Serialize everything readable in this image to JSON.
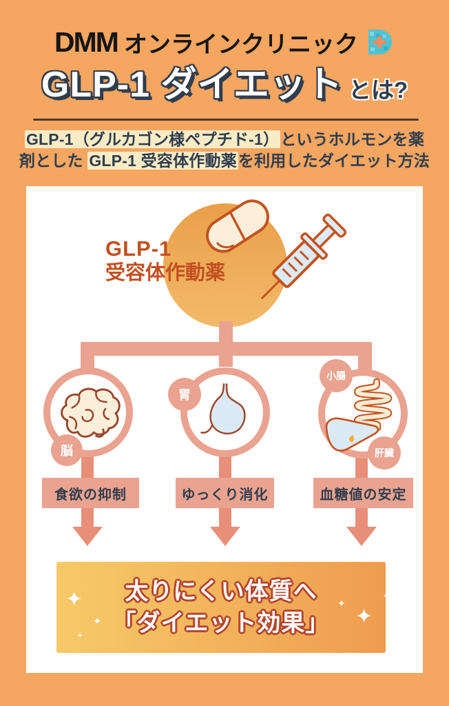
{
  "colors": {
    "background": "#F5A661",
    "card": "#FFFFFF",
    "salmon": "#E9A390",
    "arrow": "#E78F79",
    "navy": "#303D4D",
    "rust": "#C25020",
    "outline": "#9A452B",
    "rust_icon": "#C2531F",
    "highlight": "#F8ECC6",
    "divider": "#4E3A2B",
    "teal": "#4EC3D4",
    "circle_grad_top": "#EA9F4A",
    "circle_grad_bottom": "#F2BA6A",
    "result_grad_left": "#F6CA68",
    "result_grad_right": "#EF9C4F",
    "cream_fill": "#FBEFD9",
    "blue_fill": "#DCEAF6",
    "result_text_outline": "#B3472E"
  },
  "logo": {
    "dmm": "DMM",
    "clinic": "オンラインクリニック"
  },
  "header": {
    "title": "GLP-1 ダイエット",
    "title_suffix": "とは?",
    "sub1_hl": "GLP-1（グルカゴン様ペプチド-1）",
    "sub1_rest": "というホルモンを薬",
    "sub2_pre": "剤とした ",
    "sub2_hl": "GLP-1 受容体作動薬",
    "sub2_rest": "を利用したダイエット方法"
  },
  "diagram": {
    "drug1": "GLP-1",
    "drug2": "受容体作動薬",
    "badge_brain": "脳",
    "badge_stomach": "胃",
    "badge_intestine": "小腸",
    "badge_liver": "肝臓",
    "effect1": "食欲の抑制",
    "effect2": "ゆっくり消化",
    "effect3": "血糖値の安定",
    "result1": "太りにくい体質へ",
    "result2": "「ダイエット効果」",
    "sparkle_glyph": "✦"
  }
}
